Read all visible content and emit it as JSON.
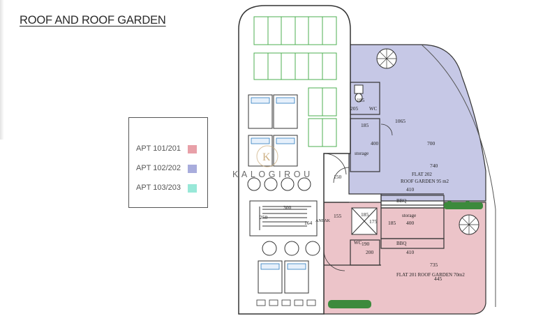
{
  "title": "ROOF AND ROOF GARDEN",
  "legend": [
    {
      "label": "APT 101/201",
      "color": "#e8a0a8"
    },
    {
      "label": "APT 102/202",
      "color": "#a8acdc"
    },
    {
      "label": "APT 103/203",
      "color": "#98e8d8"
    }
  ],
  "brand": {
    "text": "KALOGIROU",
    "monogram": "K"
  },
  "plan": {
    "flat202": {
      "title": "FLAT 202",
      "garden": "ROOF GARDEN 95 m2"
    },
    "flat201": {
      "title": "FLAT 201 ROOF GARDEN 70m2"
    },
    "rooms": {
      "storage_upper": "storage",
      "storage_lower": "storage",
      "wc_upper": "WC",
      "wc_lower": "WC",
      "bbq_upper": "BBQ",
      "bbq_lower": "BBQ"
    },
    "dims": {
      "d185a": "185",
      "d205": "205",
      "d185b": "185",
      "d1065": "1065",
      "d400a": "400",
      "d700": "700",
      "d740": "740",
      "d150": "150",
      "d410a": "410",
      "d155": "155",
      "d185c": "185",
      "d175": "175",
      "d185d": "185",
      "d400b": "400",
      "d190": "190",
      "d200": "200",
      "d410b": "410",
      "d735": "735",
      "d445": "445",
      "d300": "300",
      "d250": "250",
      "d164": "164",
      "lift": "ΑΝΕΛΚ"
    }
  }
}
